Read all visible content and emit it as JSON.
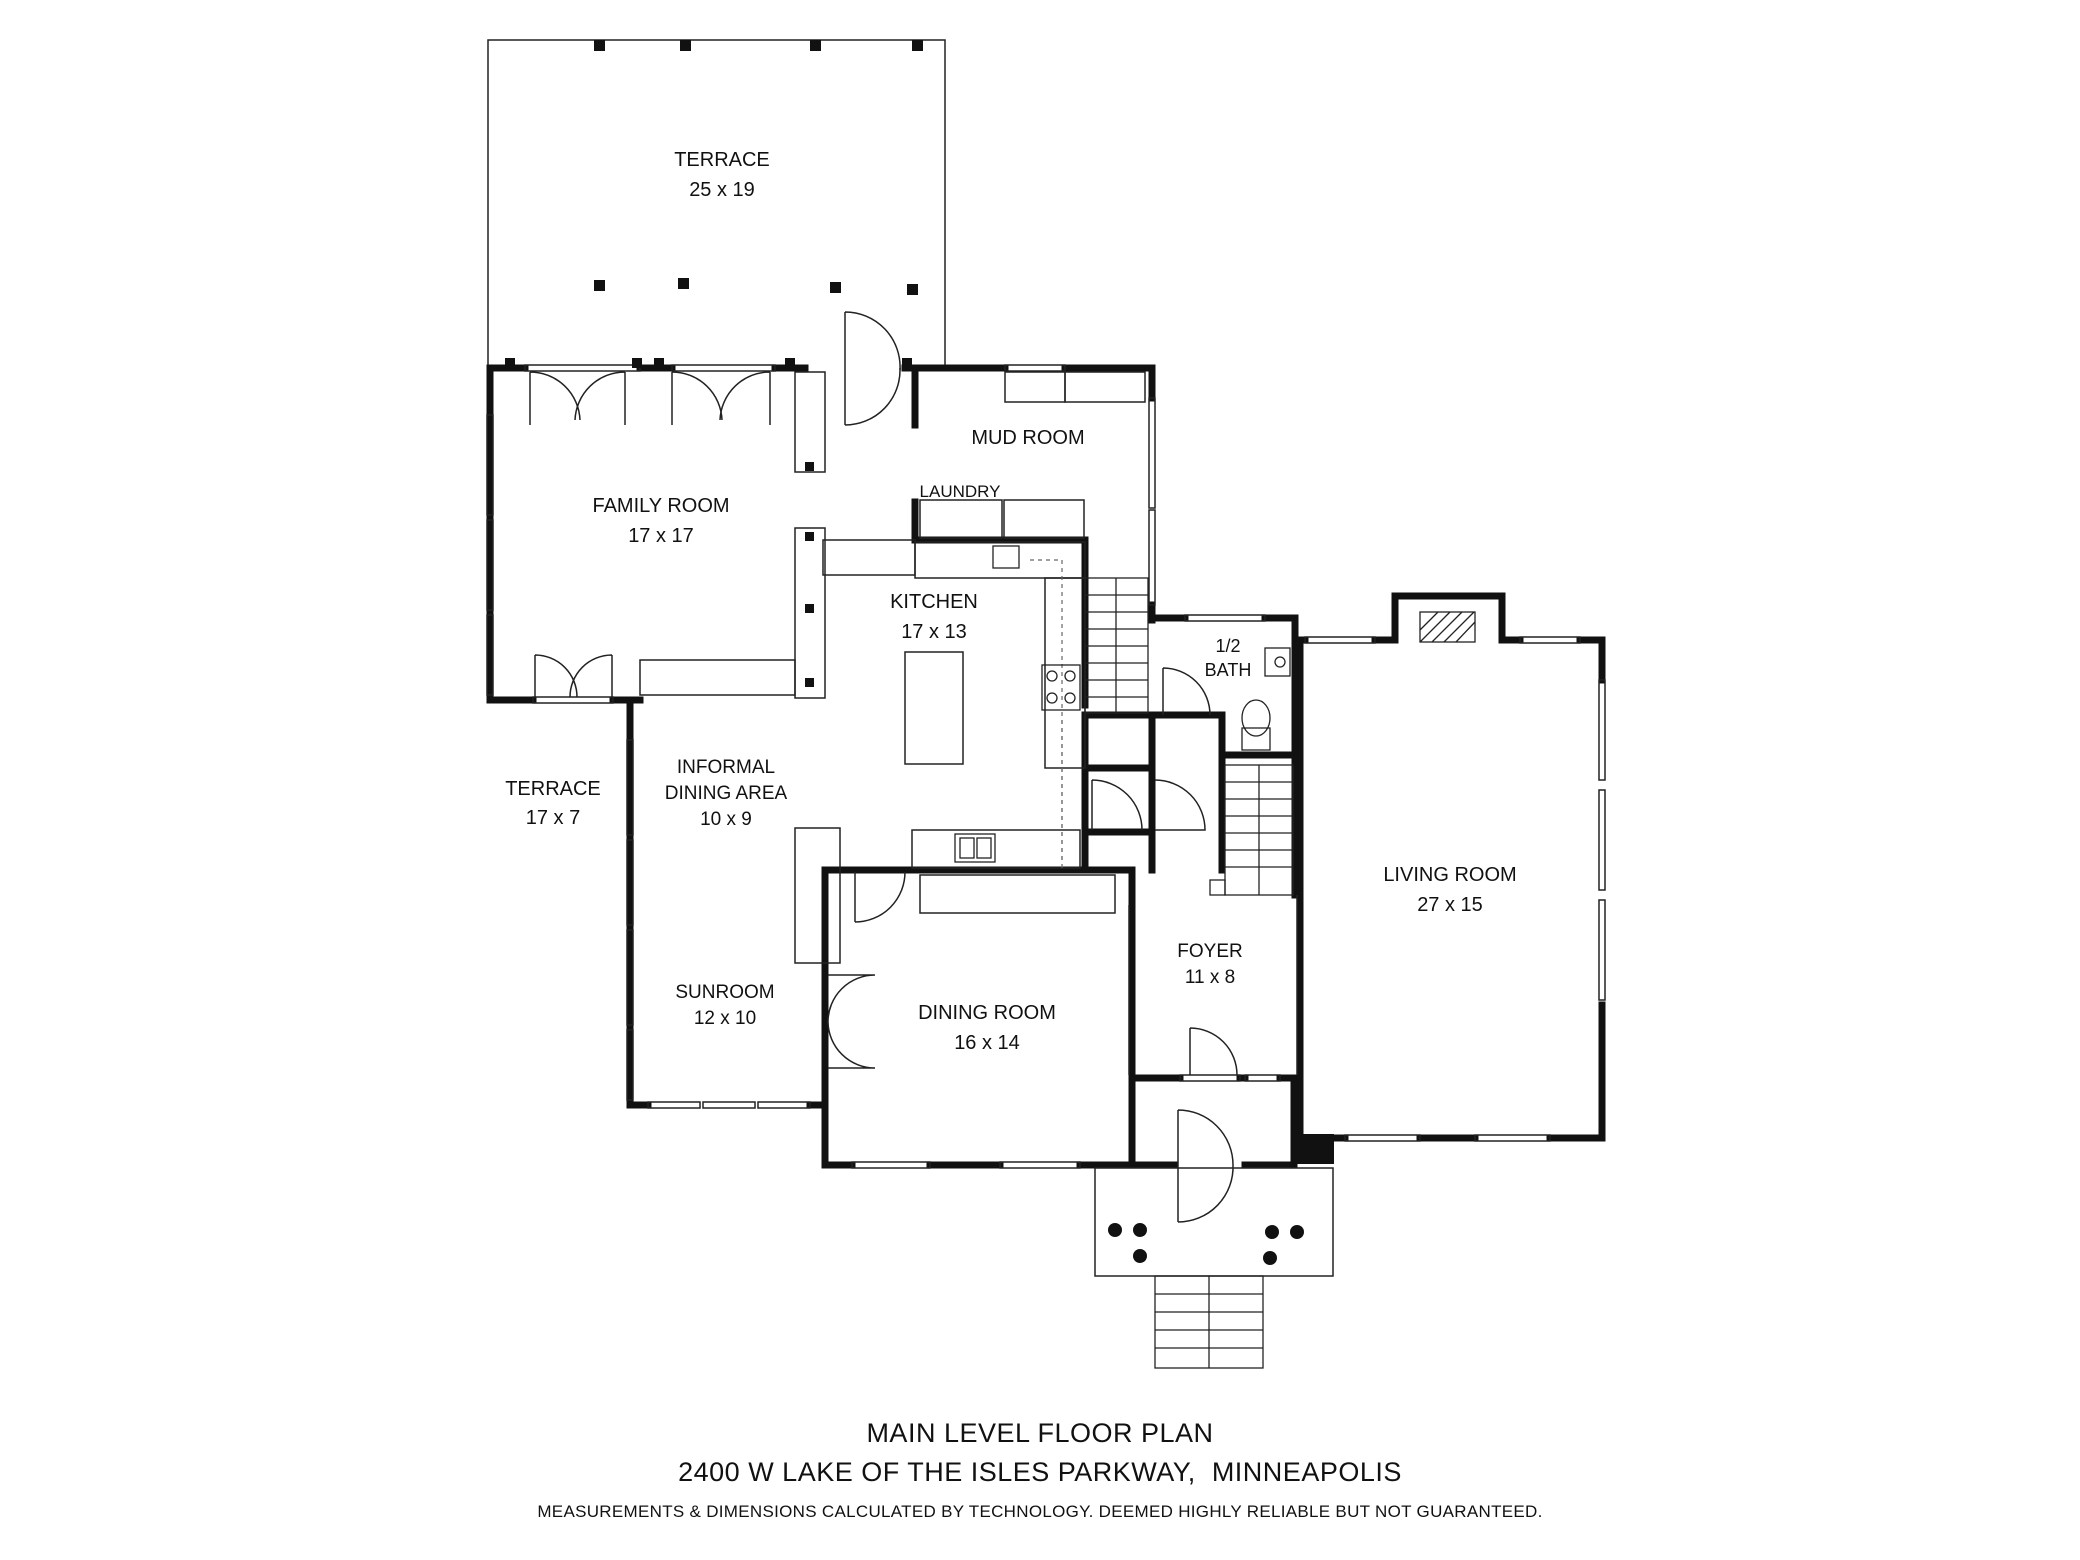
{
  "rooms": {
    "terrace_top": {
      "name": "TERRACE",
      "dims": "25 x 19"
    },
    "family_room": {
      "name": "FAMILY ROOM",
      "dims": "17 x 17"
    },
    "mud_room": {
      "name": "MUD ROOM"
    },
    "laundry": {
      "name": "LAUNDRY"
    },
    "kitchen": {
      "name": "KITCHEN",
      "dims": "17 x 13"
    },
    "half_bath": {
      "line1": "1/2",
      "line2": "BATH"
    },
    "informal_dining": {
      "line1": "INFORMAL",
      "line2": "DINING AREA",
      "dims": "10 x 9"
    },
    "terrace_side": {
      "name": "TERRACE",
      "dims": "17 x 7"
    },
    "sunroom": {
      "name": "SUNROOM",
      "dims": "12 x 10"
    },
    "dining_room": {
      "name": "DINING ROOM",
      "dims": "16 x 14"
    },
    "foyer": {
      "name": "FOYER",
      "dims": "11 x 8"
    },
    "living_room": {
      "name": "LIVING ROOM",
      "dims": "27 x 15"
    }
  },
  "caption": {
    "title": "MAIN LEVEL FLOOR PLAN",
    "address": "2400 W LAKE OF THE ISLES PARKWAY,  MINNEAPOLIS",
    "disclaimer": "MEASUREMENTS & DIMENSIONS CALCULATED BY TECHNOLOGY. DEEMED HIGHLY RELIABLE BUT NOT GUARANTEED."
  }
}
